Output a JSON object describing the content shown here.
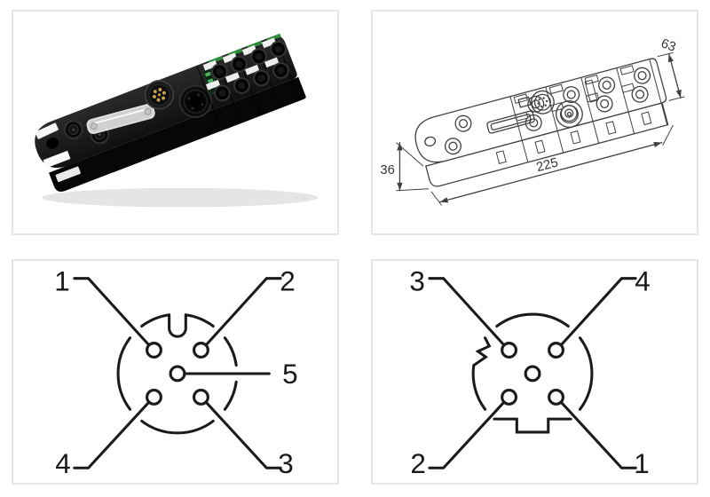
{
  "colors": {
    "panel_border": "#e6e6e6",
    "pinout_ink": "#1a1a1a",
    "drawing_line": "#3f3f3f",
    "module_body": "#141414",
    "module_green": "#2f8c3c",
    "gold_pins": "#c9a14e",
    "label_white": "#f2f2f2"
  },
  "drawing": {
    "length_mm": "225",
    "height_mm": "36",
    "width_mm": "63"
  },
  "pinout_a": {
    "pin1": "1",
    "pin2": "2",
    "pin3": "3",
    "pin4": "4",
    "pin5": "5"
  },
  "pinout_b": {
    "pin1": "1",
    "pin2": "2",
    "pin3": "3",
    "pin4": "4"
  }
}
